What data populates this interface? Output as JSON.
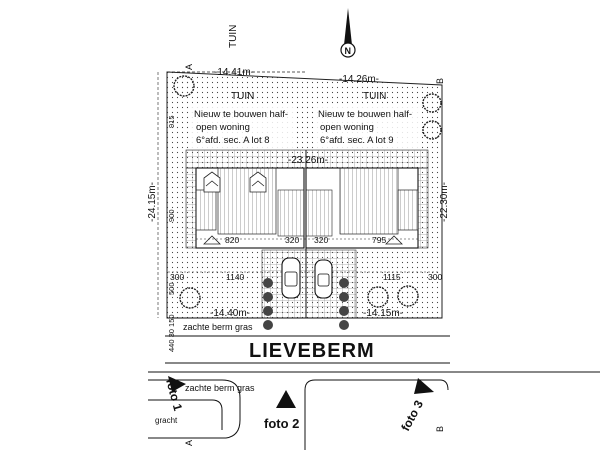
{
  "labels": {
    "tuin_top": "TUIN",
    "tuin_left": "TUIN",
    "tuin_right": "TUIN",
    "north": "N",
    "dim_top_left": "-14.41m-",
    "dim_top_right": "-14.26m-",
    "dim_center_depth": "-23.26m-",
    "dim_left_depth": "-24.15m-",
    "dim_right_depth": "-22.30m-",
    "dim_bottom_left": "-14.40m-",
    "dim_bottom_right": "-14.15m-",
    "house_left_line1": "Nieuw te bouwen half-",
    "house_left_line2": "open woning",
    "house_left_line3": "6°afd. sec. A lot 8",
    "house_right_line1": "Nieuw te bouwen half-",
    "house_right_line2": "open woning",
    "house_right_line3": "6°afd. sec. A lot 9",
    "w_820": "820",
    "w_320a": "320",
    "w_320b": "320",
    "w_795": "795",
    "w_1140": "1140",
    "w_1115": "1115",
    "s_300a": "300",
    "s_300b": "300",
    "s_915": "915",
    "s_900": "900",
    "s_500": "500",
    "s_left_stack": "440 30 150",
    "berm_top": "zachte berm gras",
    "street": "LIEVEBERM",
    "berm_bottom": "zachte berm gras",
    "gracht": "gracht",
    "foto1": "foto 1",
    "foto2": "foto 2",
    "foto3": "foto 3",
    "section_a_top": "A",
    "section_a_bottom": "A",
    "section_b_top": "B",
    "section_b_bottom": "B"
  }
}
